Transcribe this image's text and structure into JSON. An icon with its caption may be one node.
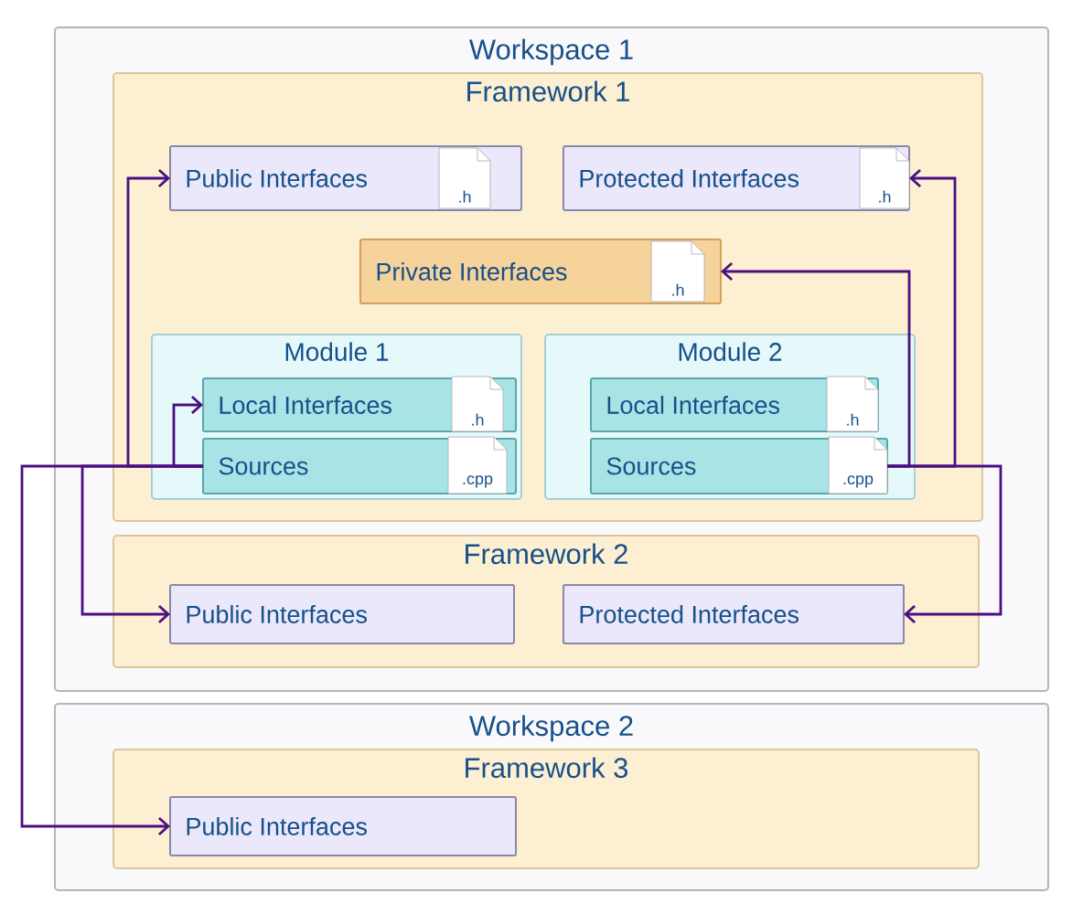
{
  "diagram": {
    "nodes": [
      {
        "text": [
          "Workspace 1"
        ]
      },
      {
        "text": [
          "Framework 1"
        ],
        "in": 0
      },
      {
        "text": [
          "Public Interfaces"
        ],
        "in": 1
      },
      {
        "text": [
          ".h"
        ],
        "in": 2
      },
      {
        "text": [
          "Protected Interfaces"
        ],
        "in": 1
      },
      {
        "text": [
          ".h"
        ],
        "in": 4
      },
      {
        "text": [
          "Private Interfaces"
        ],
        "in": 1
      },
      {
        "text": [
          ".h"
        ],
        "in": 6
      },
      {
        "text": [
          "Module 1"
        ],
        "in": 1
      },
      {
        "text": [
          "Local Interfaces"
        ],
        "in": 8
      },
      {
        "text": [
          ".h"
        ],
        "in": 9
      },
      {
        "text": [
          "Sources"
        ],
        "in": 8
      },
      {
        "text": [
          ".cpp"
        ],
        "in": 11
      },
      {
        "text": [
          "Module 2"
        ],
        "in": 1
      },
      {
        "text": [
          "Local Interfaces"
        ],
        "in": 13
      },
      {
        "text": [
          ".h"
        ],
        "in": 14
      },
      {
        "text": [
          "Sources"
        ],
        "in": 13
      },
      {
        "text": [
          ".cpp"
        ],
        "in": 16
      },
      {
        "text": [
          "Framework 2"
        ],
        "in": 0
      },
      {
        "text": [
          "Public Interfaces"
        ],
        "in": 18
      },
      {
        "text": [
          "Protected Interfaces"
        ],
        "in": 18
      },
      {
        "text": [
          "Workspace 2"
        ]
      },
      {
        "text": [
          "Framework 3"
        ],
        "in": 21
      },
      {
        "text": [
          "Public Interfaces"
        ],
        "in": 22
      }
    ],
    "edges": [
      {
        "from": 11,
        "to": 9,
        "arrow": "to"
      },
      {
        "from": 11,
        "to": 2,
        "arrow": "to"
      },
      {
        "from": 11,
        "to": 19,
        "arrow": "to"
      },
      {
        "from": 11,
        "to": 23,
        "arrow": "to"
      },
      {
        "from": 16,
        "to": 6,
        "arrow": "to"
      },
      {
        "from": 16,
        "to": 4,
        "arrow": "to"
      },
      {
        "from": 16,
        "to": 20,
        "arrow": "to"
      }
    ]
  }
}
